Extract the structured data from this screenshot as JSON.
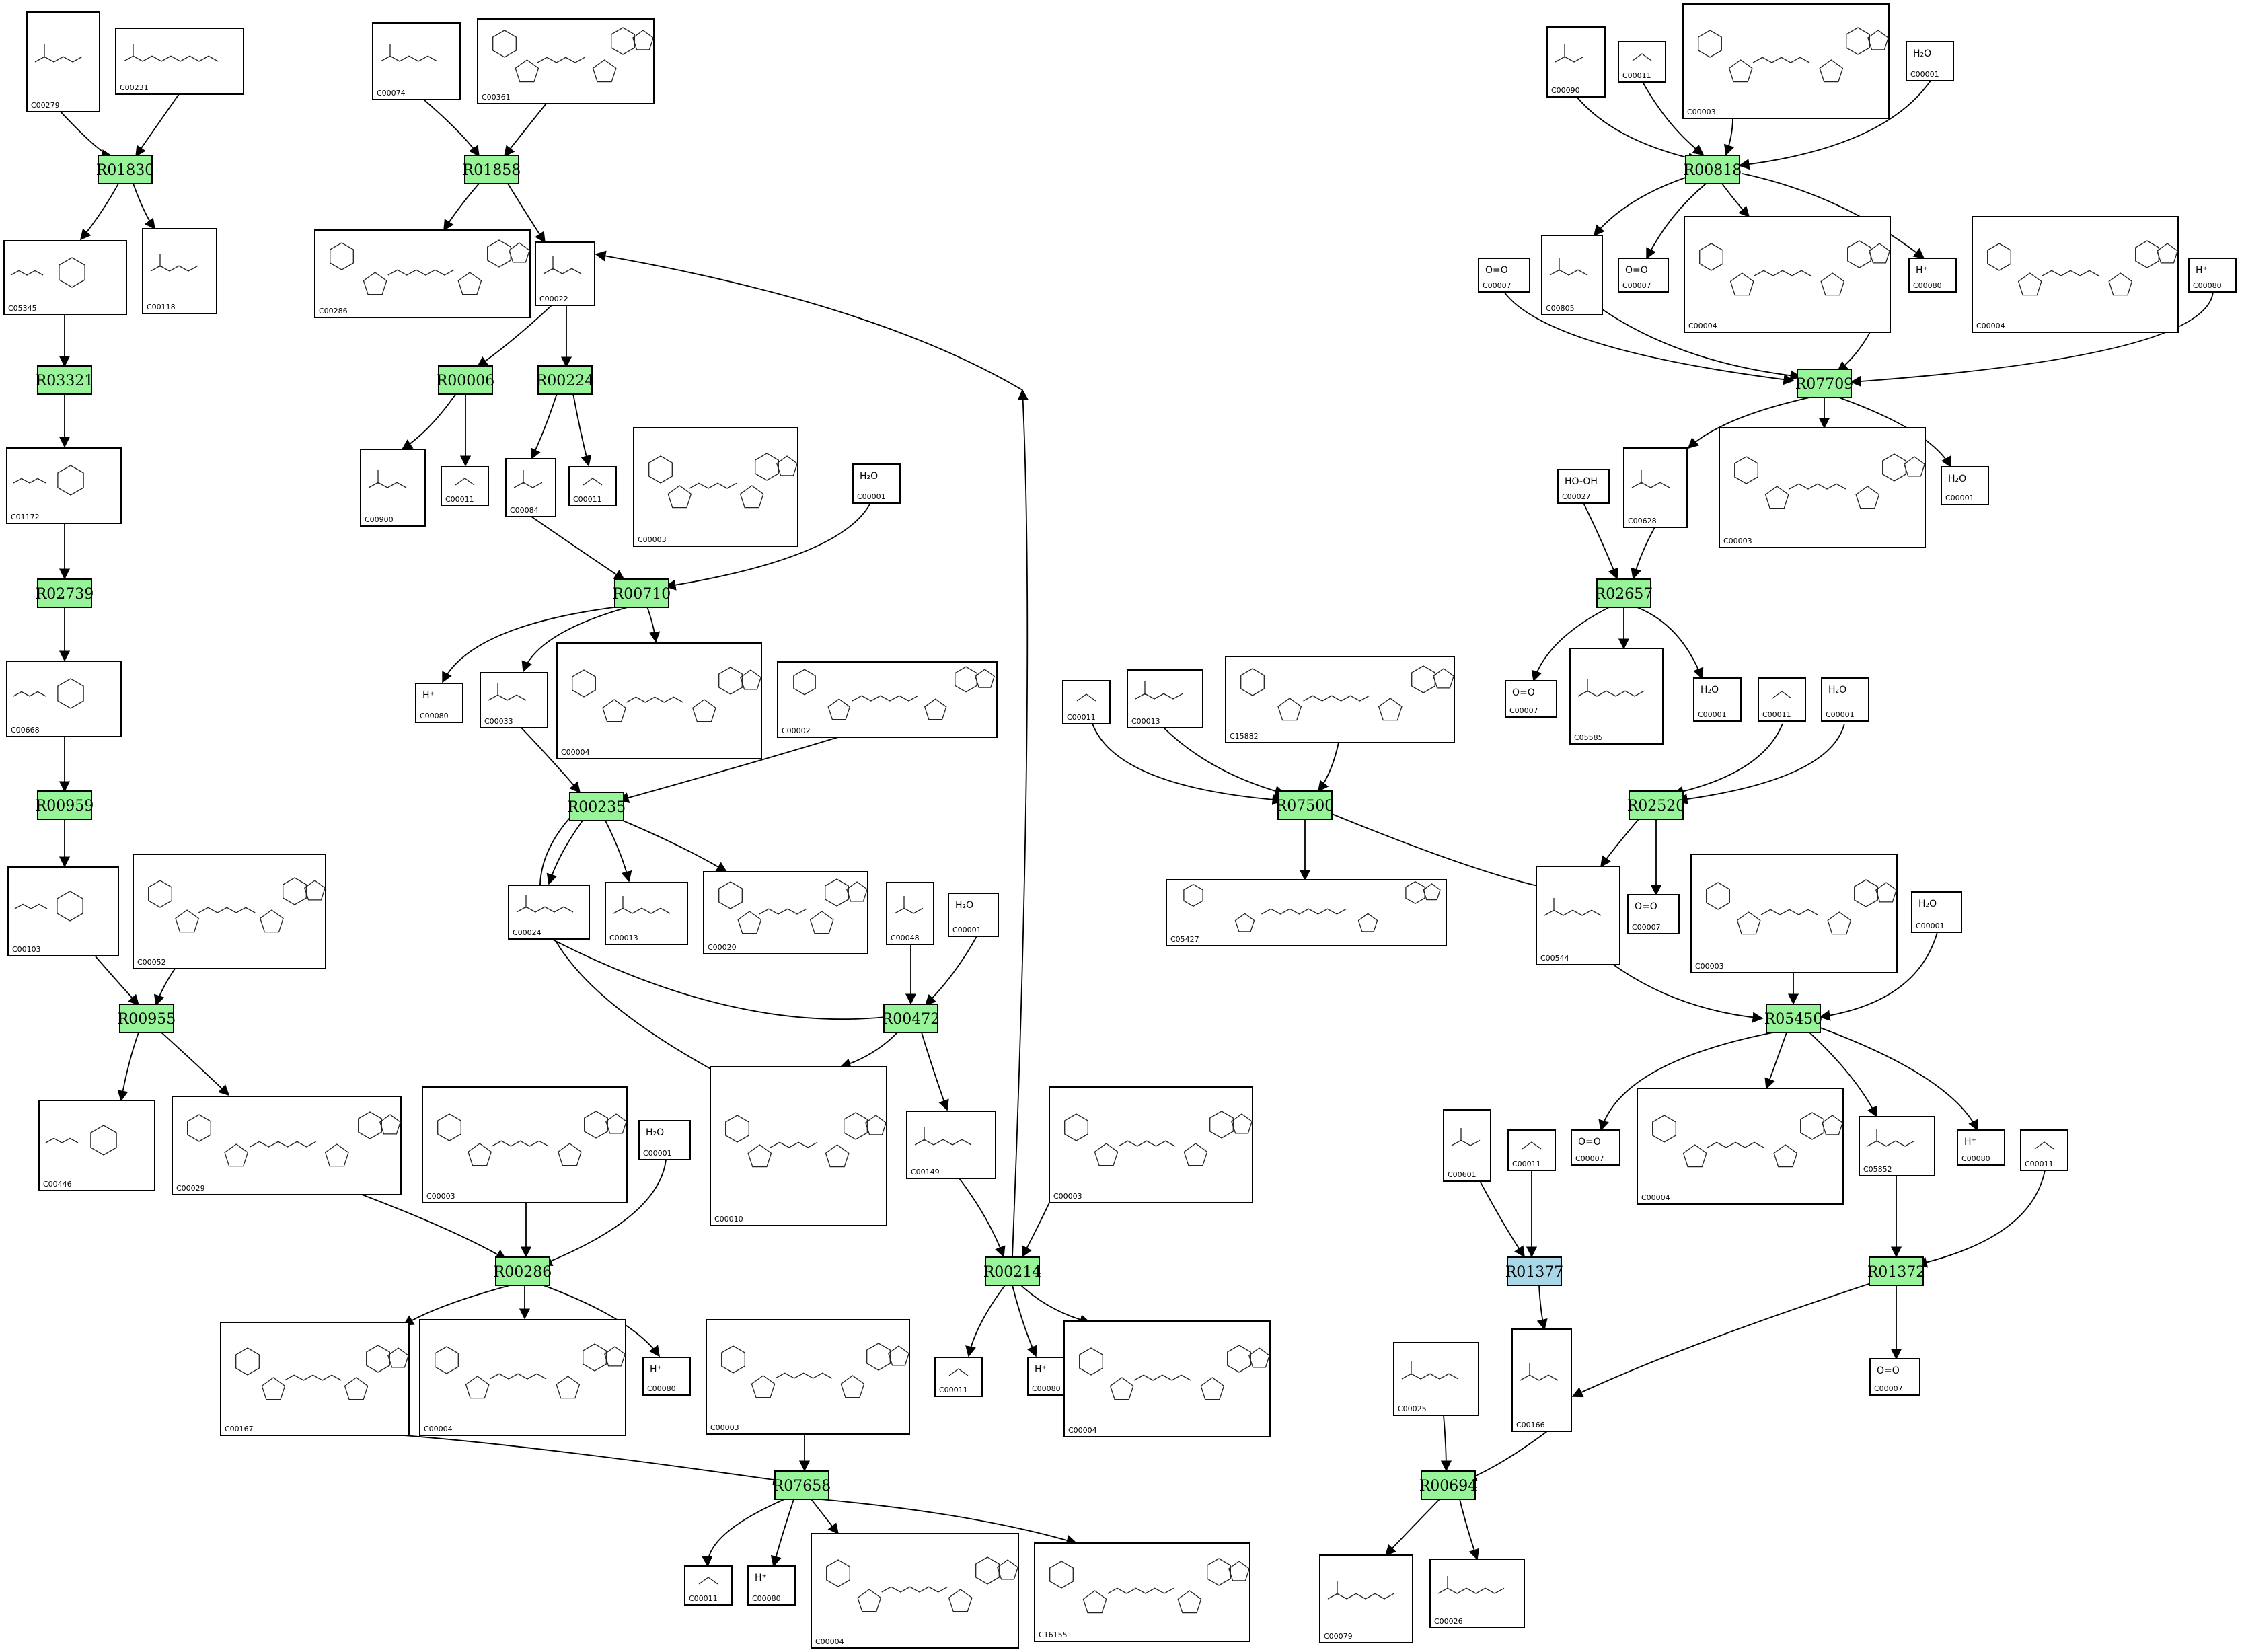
{
  "colors": {
    "reaction": "#98f498",
    "reaction_alt": "#a8d8e8",
    "line": "#000000"
  },
  "reactions": [
    {
      "id": "R01830"
    },
    {
      "id": "R03321"
    },
    {
      "id": "R02739"
    },
    {
      "id": "R00959"
    },
    {
      "id": "R00955"
    },
    {
      "id": "R01858"
    },
    {
      "id": "R00006"
    },
    {
      "id": "R00224"
    },
    {
      "id": "R00710"
    },
    {
      "id": "R00235"
    },
    {
      "id": "R00472"
    },
    {
      "id": "R00286"
    },
    {
      "id": "R00214"
    },
    {
      "id": "R07658"
    },
    {
      "id": "R00818"
    },
    {
      "id": "R07709"
    },
    {
      "id": "R02657"
    },
    {
      "id": "R02520"
    },
    {
      "id": "R07500"
    },
    {
      "id": "R05450"
    },
    {
      "id": "R01377",
      "alt": true
    },
    {
      "id": "R01372"
    },
    {
      "id": "R00694"
    }
  ],
  "compounds": [
    {
      "id": "C00279",
      "label": ""
    },
    {
      "id": "C00231",
      "label": ""
    },
    {
      "id": "C05345",
      "label": ""
    },
    {
      "id": "C00118",
      "label": ""
    },
    {
      "id": "C01172",
      "label": ""
    },
    {
      "id": "C00668",
      "label": ""
    },
    {
      "id": "C00103",
      "label": ""
    },
    {
      "id": "C00052",
      "label": ""
    },
    {
      "id": "C00446",
      "label": ""
    },
    {
      "id": "C00029",
      "label": ""
    },
    {
      "id": "C00074",
      "label": ""
    },
    {
      "id": "C00361",
      "label": ""
    },
    {
      "id": "C00286",
      "label": ""
    },
    {
      "id": "C00022",
      "label": ""
    },
    {
      "id": "C00900",
      "label": ""
    },
    {
      "id": "C00011",
      "label": ""
    },
    {
      "id": "C00084",
      "label": ""
    },
    {
      "id": "C00003",
      "label": ""
    },
    {
      "id": "C00001",
      "label": "H₂O"
    },
    {
      "id": "C00080",
      "label": "H⁺"
    },
    {
      "id": "C00033",
      "label": ""
    },
    {
      "id": "C00004",
      "label": ""
    },
    {
      "id": "C00002",
      "label": ""
    },
    {
      "id": "C00024",
      "label": ""
    },
    {
      "id": "C00013",
      "label": ""
    },
    {
      "id": "C00020",
      "label": ""
    },
    {
      "id": "C00048",
      "label": ""
    },
    {
      "id": "C00010",
      "label": ""
    },
    {
      "id": "C00149",
      "label": ""
    },
    {
      "id": "C00167",
      "label": ""
    },
    {
      "id": "C16155",
      "label": ""
    },
    {
      "id": "C00090",
      "label": ""
    },
    {
      "id": "C00805",
      "label": ""
    },
    {
      "id": "C00007",
      "label": "O=O"
    },
    {
      "id": "C00027",
      "label": "HO-OH"
    },
    {
      "id": "C00628",
      "label": ""
    },
    {
      "id": "C05585",
      "label": ""
    },
    {
      "id": "C15882",
      "label": ""
    },
    {
      "id": "C05427",
      "label": ""
    },
    {
      "id": "C00544",
      "label": ""
    },
    {
      "id": "C05852",
      "label": ""
    },
    {
      "id": "C00601",
      "label": ""
    },
    {
      "id": "C00166",
      "label": ""
    },
    {
      "id": "C00025",
      "label": ""
    },
    {
      "id": "C00079",
      "label": ""
    },
    {
      "id": "C00026",
      "label": ""
    }
  ]
}
